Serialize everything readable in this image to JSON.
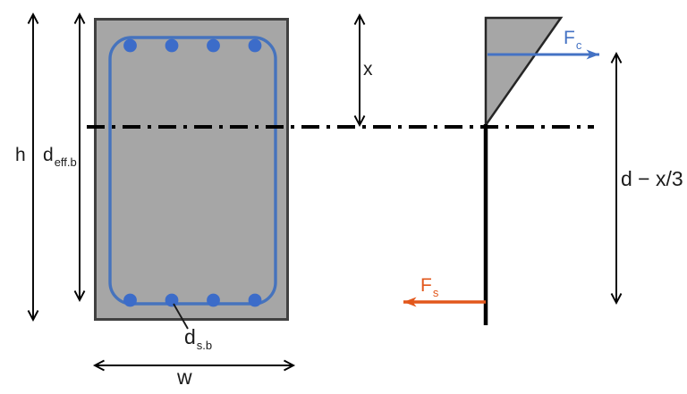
{
  "figure": {
    "description": "Reinforced concrete beam cross-section with triangular elastic stress block and internal force couple"
  },
  "colors": {
    "concrete_fill": "#a6a6a6",
    "concrete_border": "#404040",
    "stirrup_blue": "#4673bd",
    "rebar_blue": "#3c6cc9",
    "compression_force_blue": "#4472c4",
    "tension_force_orange": "#e2571b",
    "line_black": "#000000"
  },
  "cross_section": {
    "top_bar_count": 4,
    "bottom_bar_count": 4,
    "labels": {
      "overall_height": "h",
      "effective_depth_base": "d",
      "effective_depth_sub": "eff.b",
      "bottom_bar_base": "d",
      "bottom_bar_sub": "s.b",
      "width": "w"
    }
  },
  "stress_diagram": {
    "labels": {
      "neutral_axis_depth": "x",
      "lever_arm": "d − x/3",
      "compression_force_base": "F",
      "compression_force_sub": "c",
      "tension_force_base": "F",
      "tension_force_sub": "s"
    }
  }
}
